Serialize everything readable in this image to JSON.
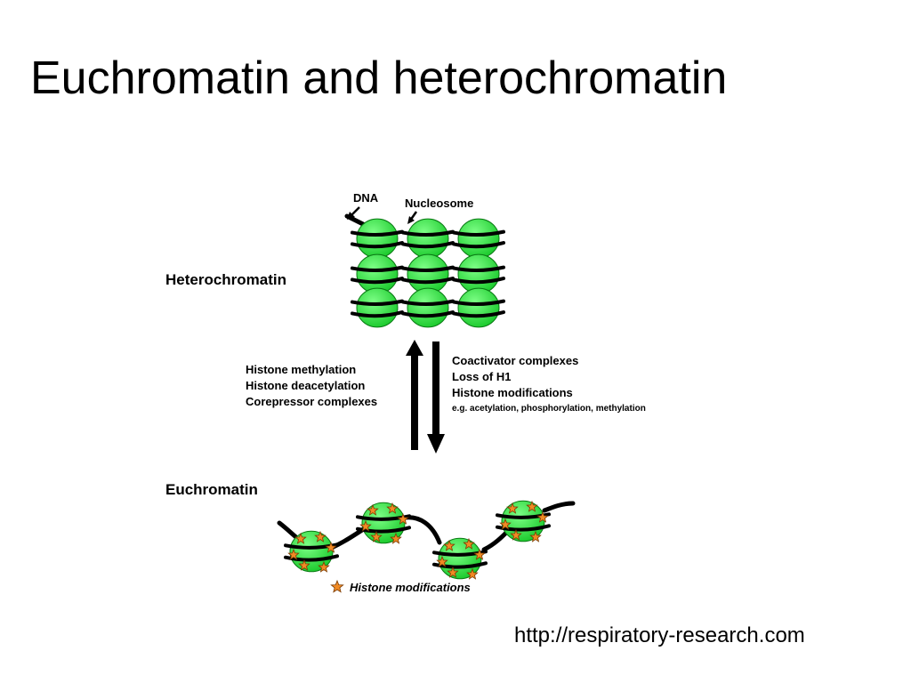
{
  "slide": {
    "title": "Euchromatin and heterochromatin",
    "source_url": "http://respiratory-research.com"
  },
  "diagram": {
    "labels": {
      "dna": "DNA",
      "nucleosome": "Nucleosome",
      "heterochromatin": "Heterochromatin",
      "euchromatin": "Euchromatin",
      "legend": "Histone modifications"
    },
    "left_factors": [
      "Histone methylation",
      "Histone deacetylation",
      "Corepressor complexes"
    ],
    "right_factors": [
      "Coactivator complexes",
      "Loss of H1",
      "Histone modifications"
    ],
    "right_factors_note": "e.g. acetylation, phosphorylation, methylation"
  },
  "colors": {
    "nucleosome_fill": "#22dd33",
    "dna_strand": "#000000",
    "modification_star": "#f08a24"
  },
  "icons": {
    "arrow_up": "up-arrow-icon",
    "arrow_down": "down-arrow-icon",
    "modification": "star-icon"
  }
}
